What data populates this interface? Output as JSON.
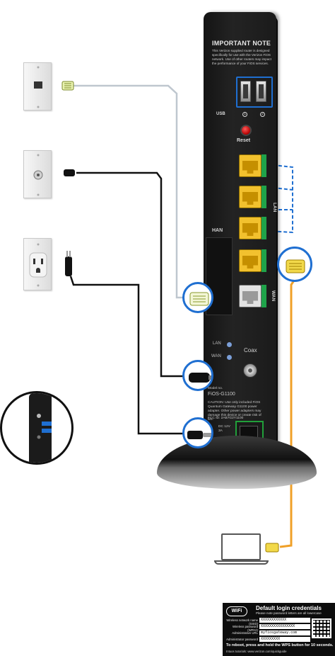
{
  "router": {
    "note_title": "IMPORTANT NOTE",
    "note_body": "This Verizon supplied router is designed specifically for use with the Verizon FiOS network. Use of other routers may impact the performance of your FiOS services.",
    "usb_label": "USB",
    "usb_port_1": "1",
    "usb_port_2": "2",
    "reset_label": "Reset",
    "lan_label": "LAN",
    "wan_label": "WAN",
    "han_label": "HAN",
    "led_lan": "LAN",
    "led_wan": "WAN",
    "coax_label": "Coax",
    "model_label": "Model no.",
    "model_value": "FiOS-G1100",
    "caution_text": "CAUTION: Use only included FiOS Quantum Gateway G1100 power adapter. Other power adapters may damage this device or create risk of fire.",
    "fcc_text": "FCC ID: 2AB7G2Y1100",
    "power_rating": "DC 12V 3A"
  },
  "credentials": {
    "wifi_badge": "WiFi",
    "title": "Default login credentials",
    "subtitle": "Please note password letters are all lowercase",
    "rows": [
      {
        "key": "Wireless network name (SSID)",
        "value": "XXXXXXXXXXXX"
      },
      {
        "key": "Wireless password (WPA2)",
        "value": "XXXXXXXXXXXXXXXX"
      },
      {
        "key": "Administrative URL",
        "value": "myfiosgateway.com"
      },
      {
        "key": "Administrator password",
        "value": "XXXXXXXXX"
      }
    ],
    "footer_bold": "To reboot, press and hold the WPS button for 10 seconds.",
    "footer_small": "Intuos tutorials: www.verizon.com/quickguide"
  },
  "colors": {
    "highlight_blue": "#1f6fd1",
    "lan_yellow": "#f2c12e",
    "power_green": "#21a03a",
    "ethernet_orange": "#f0a028",
    "ethernet_gray": "#bfc7cf",
    "coax_black": "#111111"
  },
  "icons": [
    "ethernet-wall-jack-icon",
    "coax-wall-jack-icon",
    "power-outlet-icon",
    "laptop-icon",
    "ethernet-plug-icon",
    "coax-plug-icon",
    "power-plug-icon",
    "qr-code-icon",
    "wifi-badge-icon"
  ]
}
